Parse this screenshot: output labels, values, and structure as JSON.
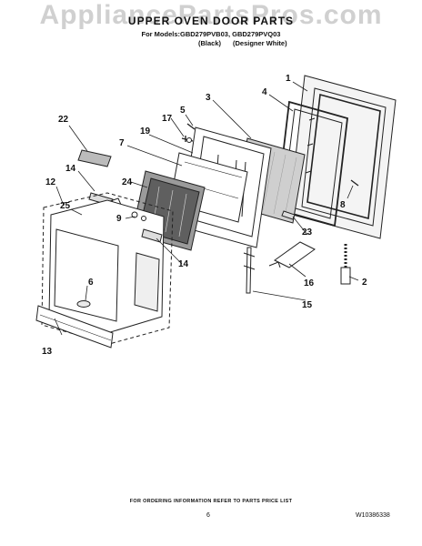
{
  "header": {
    "watermark": "AppliancePartsPros.com",
    "title": "UPPER OVEN DOOR PARTS",
    "models": "For Models:GBD279PVB03, GBD279PVQ03",
    "variant_black": "(Black)",
    "variant_white": "(Designer White)"
  },
  "callouts": [
    "1",
    "2",
    "4",
    "5",
    "6",
    "7",
    "8",
    "9",
    "12",
    "13",
    "14",
    "14",
    "15",
    "16",
    "17",
    "19",
    "22",
    "23",
    "24",
    "25",
    "3"
  ],
  "footer": {
    "ordering_note": "FOR ORDERING INFORMATION REFER TO PARTS PRICE LIST",
    "page_number": "6",
    "document_number": "W10386338"
  }
}
